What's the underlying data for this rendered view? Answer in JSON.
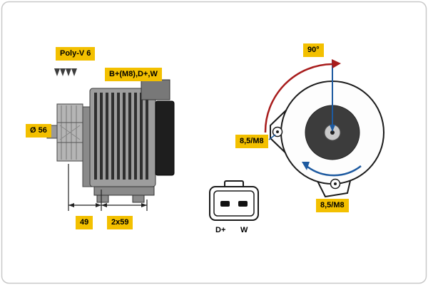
{
  "colors": {
    "label-bg": "#f3c000",
    "label-text": "#000000",
    "arrow-red": "#a81c1c",
    "arrow-blue": "#1d5aa0",
    "outline": "#1a1a1a",
    "body-light": "#b5b5b5",
    "body-mid": "#9d9d9d",
    "body-dark": "#2f2f2f",
    "rear-cover": "#1e1e1e",
    "rotor-dark": "#3c3c3c",
    "frame-border": "#c9c9c9"
  },
  "side_view": {
    "belt_type_label": "Poly-V 6",
    "terminals_label": "B+(M8),D+,W",
    "pulley_diameter_label": "Ø 56",
    "dim_pulley_label": "49",
    "dim_body_label": "2x59"
  },
  "connector": {
    "pin_left_label": "D+",
    "pin_right_label": "W"
  },
  "rear_view": {
    "rotation_angle_label": "90°",
    "mount_hole_left_label": "8,5/M8",
    "mount_hole_bottom_label": "8,5/M8"
  }
}
